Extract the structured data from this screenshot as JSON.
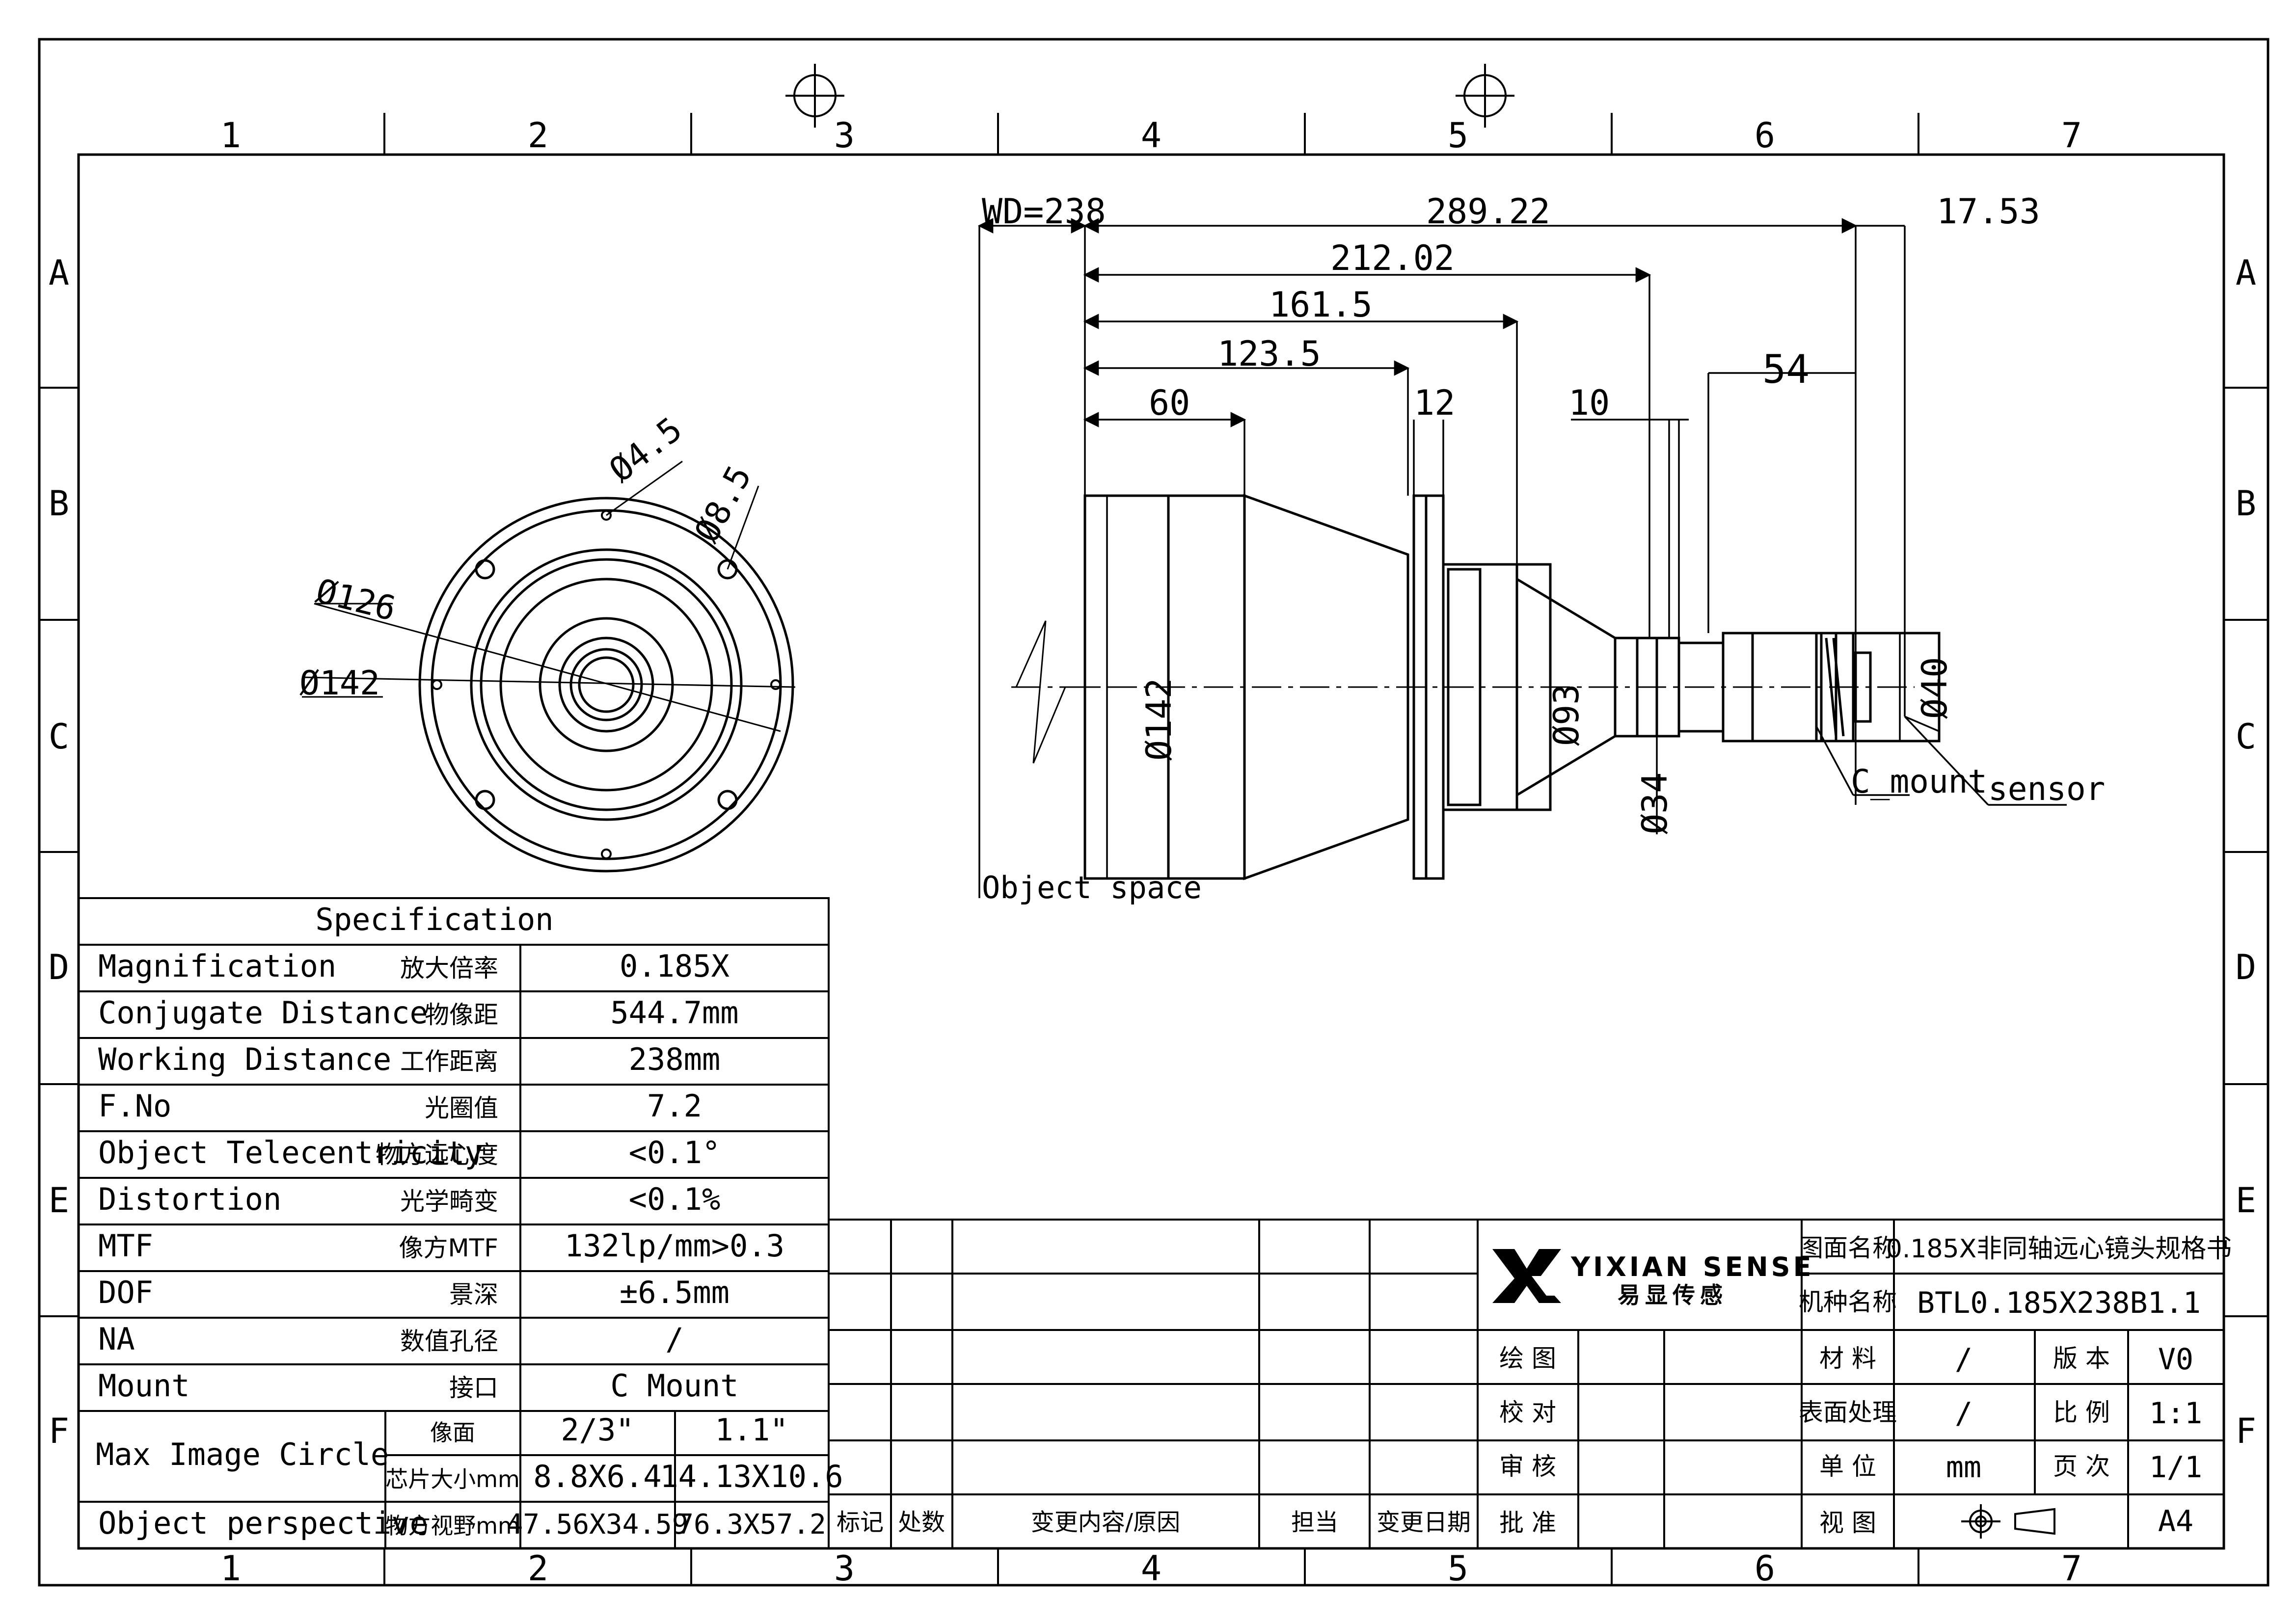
{
  "zones": {
    "columns": [
      "1",
      "2",
      "3",
      "4",
      "5",
      "6",
      "7"
    ],
    "rows": [
      "A",
      "B",
      "C",
      "D",
      "E",
      "F"
    ]
  },
  "front_view": {
    "dims": [
      "Ø4.5",
      "Ø8.5",
      "Ø126",
      "Ø142"
    ]
  },
  "side_view": {
    "dims": {
      "wd": "WD=238",
      "total": "289.22",
      "d212": "212.02",
      "d161": "161.5",
      "d123": "123.5",
      "d60": "60",
      "d12": "12",
      "d10": "10",
      "d54": "54",
      "d17": "17.53",
      "dia142": "Ø142",
      "dia93": "Ø93",
      "dia34": "Ø34",
      "dia40": "Ø40"
    },
    "labels": {
      "object_space": "Object space",
      "c_mount": "C_mount",
      "sensor": "sensor"
    }
  },
  "spec": {
    "title": "Specification",
    "rows": [
      {
        "en": "Magnification",
        "cn": "放大倍率",
        "val": "0.185X"
      },
      {
        "en": "Conjugate Distance",
        "cn": "物像距",
        "val": "544.7mm"
      },
      {
        "en": "Working Distance",
        "cn": "工作距离",
        "val": "238mm"
      },
      {
        "en": "F.No",
        "cn": "光圈值",
        "val": "7.2"
      },
      {
        "en": "Object Telecentricity",
        "cn": "物方远心度",
        "val": "<0.1°"
      },
      {
        "en": "Distortion",
        "cn": "光学畸变",
        "val": "<0.1%"
      },
      {
        "en": "MTF",
        "cn": "像方MTF",
        "val": "132lp/mm>0.3"
      },
      {
        "en": "DOF",
        "cn": "景深",
        "val": "±6.5mm"
      },
      {
        "en": "NA",
        "cn": "数值孔径",
        "val": "/"
      },
      {
        "en": "Mount",
        "cn": "接口",
        "val": "C Mount"
      }
    ],
    "max_image_circle": {
      "en": "Max Image Circle",
      "row1": {
        "cn": "像面",
        "v1": "2/3\"",
        "v2": "1.1\""
      },
      "row2": {
        "cn": "芯片大小mm",
        "v1": "8.8X6.4",
        "v2": "14.13X10.6"
      }
    },
    "object_perspective": {
      "en": "Object perspective",
      "cn": "物方视野mm",
      "v1": "47.56X34.59",
      "v2": "76.3X57.2"
    }
  },
  "revision_table": {
    "headers": [
      "标记",
      "处数",
      "变更内容/原因",
      "担当",
      "变更日期"
    ]
  },
  "title_block": {
    "brand_en": "YIXIAN SENSE",
    "brand_cn": "易显传感",
    "drawing_name_label": "图面名称",
    "drawing_name": "0.185X非同轴远心镜头规格书",
    "model_label": "机种名称",
    "model": "BTL0.185X238B1.1",
    "draw": "绘 图",
    "check": "校 对",
    "review": "审 核",
    "approve": "批 准",
    "material_label": "材 料",
    "material": "/",
    "version_label": "版 本",
    "version": "V0",
    "surface_label": "表面处理",
    "surface": "/",
    "scale_label": "比 例",
    "scale": "1:1",
    "unit_label": "单 位",
    "unit": "mm",
    "page_label": "页 次",
    "page": "1/1",
    "view_label": "视 图",
    "paper": "A4"
  }
}
